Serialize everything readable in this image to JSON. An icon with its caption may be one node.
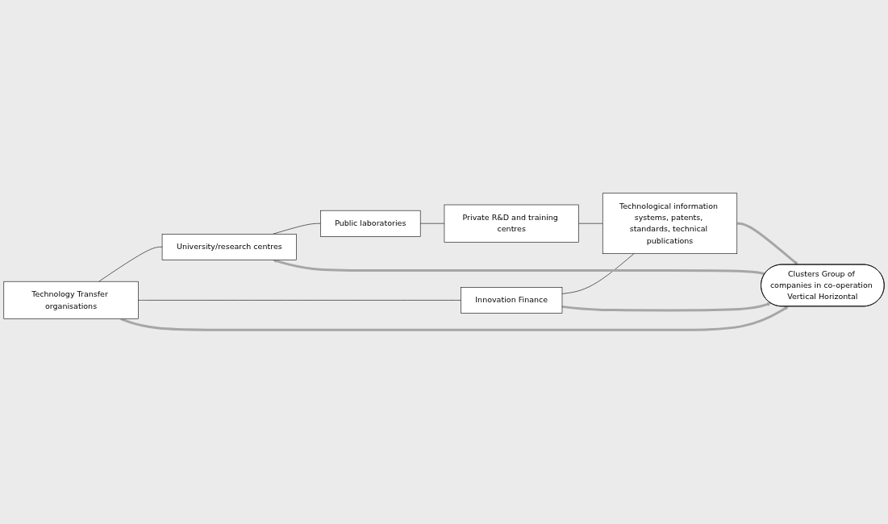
{
  "diagram": {
    "nodes": [
      {
        "text": [
          "Technology Transfer organisations"
        ]
      },
      {
        "text": [
          "University/research centres"
        ]
      },
      {
        "text": [
          "Public laboratories"
        ]
      },
      {
        "text": [
          "Clusters Group of companies in co-operation Vertical Horizontal"
        ]
      },
      {
        "text": [
          "Private R&D and training centres"
        ]
      },
      {
        "text": [
          "Innovation Finance"
        ]
      },
      {
        "text": [
          "Technological information systems, patents, standards, technical publications"
        ]
      }
    ],
    "edges": [
      {
        "from": 0,
        "to": 1,
        "arrow": "none"
      },
      {
        "from": 1,
        "to": 2,
        "arrow": "none"
      },
      {
        "from": 2,
        "to": 4,
        "arrow": "none"
      },
      {
        "from": 4,
        "to": 6,
        "arrow": "none"
      },
      {
        "from": 0,
        "to": 5,
        "arrow": "none"
      },
      {
        "from": 5,
        "to": 6,
        "arrow": "none"
      },
      {
        "from": 0,
        "to": 3,
        "arrow": "to",
        "style": "thick",
        "color": "#a6a6a6"
      },
      {
        "from": 3,
        "to": 1,
        "arrow": "to",
        "style": "thick",
        "color": "#a6a6a6"
      },
      {
        "from": 5,
        "to": 3,
        "arrow": "to",
        "style": "thick",
        "color": "#a6a6a6"
      },
      {
        "from": 6,
        "to": 3,
        "arrow": "to",
        "style": "thick",
        "color": "#a6a6a6"
      }
    ]
  }
}
